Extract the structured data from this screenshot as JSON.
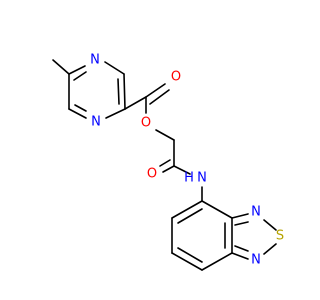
{
  "molecule": {
    "atoms": {
      "pyrazine_n_top": {
        "symbol": "N",
        "color": "#0000ff"
      },
      "pyrazine_n_bottom": {
        "symbol": "N",
        "color": "#0000ff"
      },
      "ester_o_carbonyl": {
        "symbol": "O",
        "color": "#ff0000"
      },
      "ester_o_link": {
        "symbol": "O",
        "color": "#ff0000"
      },
      "amide_o": {
        "symbol": "O",
        "color": "#ff0000"
      },
      "amide_nh": {
        "symbol": "N",
        "color": "#0000ff"
      },
      "amide_h": {
        "symbol": "H",
        "color": "#0000ff"
      },
      "thiadiazole_n_top": {
        "symbol": "N",
        "color": "#0000ff"
      },
      "thiadiazole_s": {
        "symbol": "S",
        "color": "#b5a300"
      },
      "thiadiazole_n_bottom": {
        "symbol": "N",
        "color": "#0000ff"
      }
    }
  }
}
